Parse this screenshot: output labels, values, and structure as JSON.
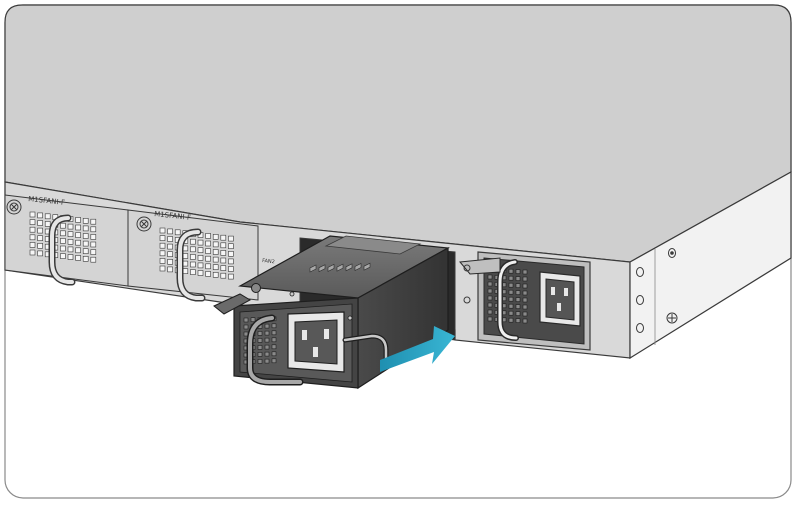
{
  "labels": {
    "fan_module_left": "M1SFANI-F",
    "fan_module_middle": "M1SFANI-F",
    "fan_port": "FAN2"
  },
  "colors": {
    "frame_stroke": "#8a8a8a",
    "chassis_top": "#cfcfcf",
    "chassis_front": "#d9d9d9",
    "chassis_side": "#f2f2f2",
    "outline": "#3a3a3a",
    "psu_dark": "#3b3b3b",
    "psu_mid": "#6e6e6e",
    "psu_light": "#9a9a9a",
    "arrow_start": "#1f8fb0",
    "arrow_end": "#39b6d4"
  },
  "icons": [
    "screw-icon",
    "fan-grille-icon",
    "ac-socket-icon",
    "insert-arrow-icon"
  ]
}
